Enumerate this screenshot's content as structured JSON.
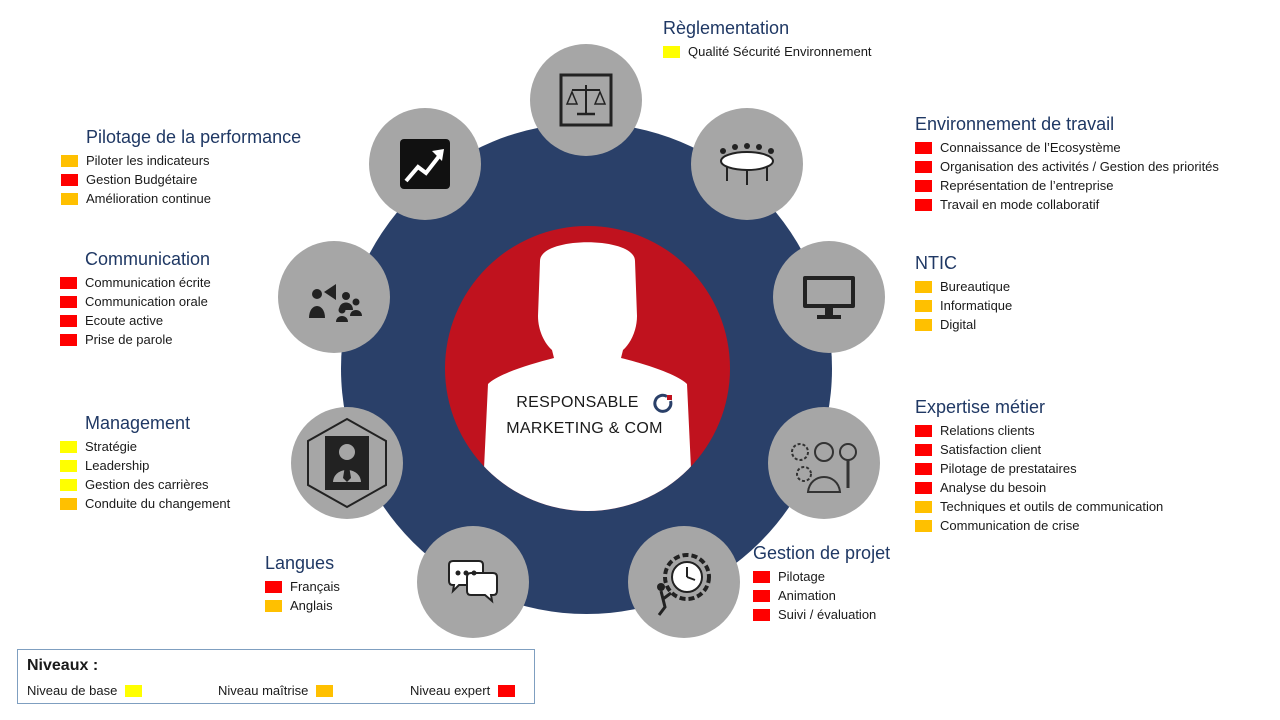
{
  "center": {
    "line1": "RESPONSABLE",
    "line2": "MARKETING  & COM"
  },
  "colors": {
    "ring": "#2a4069",
    "core": "#c0121e",
    "node": "#a6a6a6",
    "heading": "#1f3864",
    "base": "#ffff00",
    "maitrise": "#ffc000",
    "expert": "#ff0000"
  },
  "icons": [
    "balance-scale-icon",
    "meeting-table-icon",
    "monitor-icon",
    "expert-woman-icon",
    "clock-gear-icon",
    "chat-bubbles-icon",
    "manager-hexagon-icon",
    "communication-megaphone-icon",
    "trend-chart-icon"
  ],
  "blocks": {
    "reglementation": {
      "title": "Règlementation",
      "items": [
        {
          "label": "Qualité Sécurité Environnement",
          "level": "base"
        }
      ]
    },
    "environnement": {
      "title": "Environnement de travail",
      "items": [
        {
          "label": "Connaissance de l’Ecosystème",
          "level": "expert"
        },
        {
          "label": "Organisation des activités / Gestion des priorités",
          "level": "expert"
        },
        {
          "label": "Représentation de l’entreprise",
          "level": "expert"
        },
        {
          "label": "Travail en mode collaboratif",
          "level": "expert"
        }
      ]
    },
    "ntic": {
      "title": "NTIC",
      "items": [
        {
          "label": "Bureautique",
          "level": "maitrise"
        },
        {
          "label": "Informatique",
          "level": "maitrise"
        },
        {
          "label": "Digital",
          "level": "maitrise"
        }
      ]
    },
    "expertise": {
      "title": "Expertise métier",
      "items": [
        {
          "label": "Relations clients",
          "level": "expert"
        },
        {
          "label": "Satisfaction client",
          "level": "expert"
        },
        {
          "label": "Pilotage de prestataires",
          "level": "expert"
        },
        {
          "label": "Analyse du besoin",
          "level": "expert"
        },
        {
          "label": "Techniques et outils de communication",
          "level": "maitrise"
        },
        {
          "label": "Communication de crise",
          "level": "maitrise"
        }
      ]
    },
    "projet": {
      "title": "Gestion de projet",
      "items": [
        {
          "label": "Pilotage",
          "level": "expert"
        },
        {
          "label": "Animation",
          "level": "expert"
        },
        {
          "label": "Suivi / évaluation",
          "level": "expert"
        }
      ]
    },
    "langues": {
      "title": "Langues",
      "items": [
        {
          "label": "Français",
          "level": "expert"
        },
        {
          "label": "Anglais",
          "level": "maitrise"
        }
      ]
    },
    "management": {
      "title": "Management",
      "items": [
        {
          "label": "Stratégie",
          "level": "base"
        },
        {
          "label": "Leadership",
          "level": "base"
        },
        {
          "label": "Gestion des carrières",
          "level": "base"
        },
        {
          "label": "Conduite du changement",
          "level": "maitrise"
        }
      ]
    },
    "communication": {
      "title": "Communication",
      "items": [
        {
          "label": "Communication écrite",
          "level": "expert"
        },
        {
          "label": "Communication orale",
          "level": "expert"
        },
        {
          "label": "Ecoute active",
          "level": "expert"
        },
        {
          "label": "Prise de parole",
          "level": "expert"
        }
      ]
    },
    "pilotage": {
      "title": "Pilotage de la performance",
      "items": [
        {
          "label": "Piloter les indicateurs",
          "level": "maitrise"
        },
        {
          "label": "Gestion Budgétaire",
          "level": "expert"
        },
        {
          "label": "Amélioration continue",
          "level": "maitrise"
        }
      ]
    }
  },
  "legend": {
    "title": "Niveaux :",
    "base": "Niveau de base",
    "maitrise": "Niveau maîtrise",
    "expert": "Niveau expert"
  }
}
